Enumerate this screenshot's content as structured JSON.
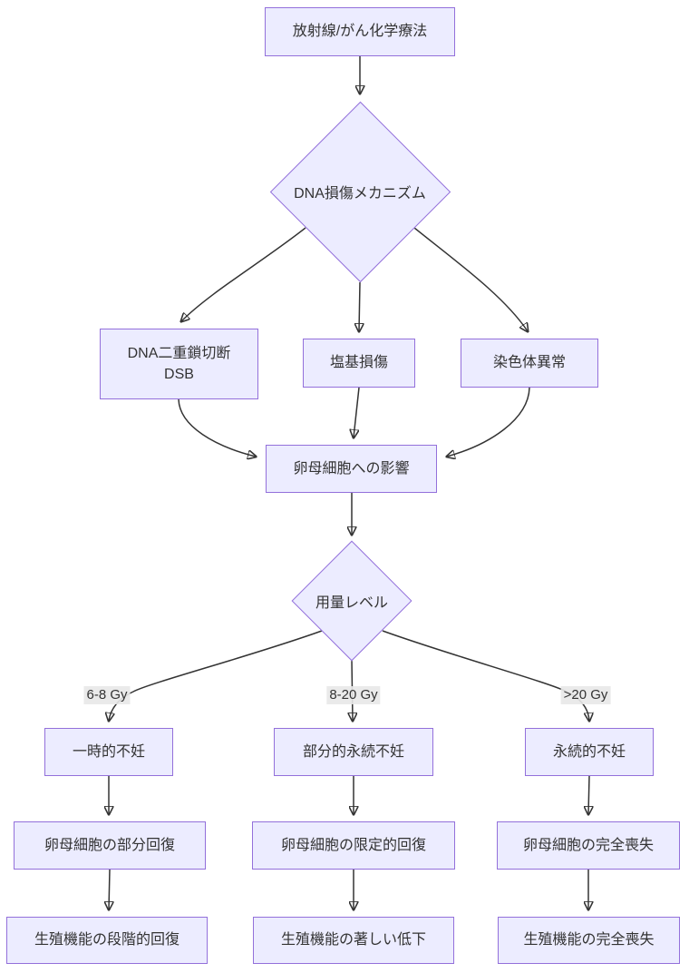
{
  "diagram": {
    "type": "flowchart",
    "direction": "top-down",
    "colors": {
      "node_fill": "#ECECFF",
      "node_border": "#9370DB",
      "edge_stroke": "#333333",
      "text": "#333333",
      "edge_label_bg": "#E8E8E8",
      "background": "#FFFFFF"
    },
    "nodes": {
      "treatment": {
        "label": "放射線/がん化学療法"
      },
      "dna_damage_mechanism": {
        "label": "DNA損傷メカニズム",
        "shape": "diamond"
      },
      "dsb": {
        "line1": "DNA二重鎖切断",
        "line2": "DSB"
      },
      "base_damage": {
        "label": "塩基損傷"
      },
      "chromosome_abnormality": {
        "label": "染色体異常"
      },
      "oocyte_effect": {
        "label": "卵母細胞への影響"
      },
      "dose_level": {
        "label": "用量レベル",
        "shape": "diamond"
      },
      "temporary_infertility": {
        "label": "一時的不妊"
      },
      "partial_permanent_infertility": {
        "label": "部分的永続不妊"
      },
      "permanent_infertility": {
        "label": "永続的不妊"
      },
      "oocyte_partial_recovery": {
        "label": "卵母細胞の部分回復"
      },
      "oocyte_limited_recovery": {
        "label": "卵母細胞の限定的回復"
      },
      "oocyte_complete_loss": {
        "label": "卵母細胞の完全喪失"
      },
      "reproductive_gradual_recovery": {
        "label": "生殖機能の段階的回復"
      },
      "reproductive_marked_decline": {
        "label": "生殖機能の著しい低下"
      },
      "reproductive_complete_loss": {
        "label": "生殖機能の完全喪失"
      }
    },
    "edge_labels": {
      "low_dose": "6-8 Gy",
      "mid_dose": "8-20 Gy",
      "high_dose": ">20 Gy"
    },
    "edges": [
      {
        "from": "treatment",
        "to": "dna_damage_mechanism"
      },
      {
        "from": "dna_damage_mechanism",
        "to": "dsb"
      },
      {
        "from": "dna_damage_mechanism",
        "to": "base_damage"
      },
      {
        "from": "dna_damage_mechanism",
        "to": "chromosome_abnormality"
      },
      {
        "from": "dsb",
        "to": "oocyte_effect"
      },
      {
        "from": "base_damage",
        "to": "oocyte_effect"
      },
      {
        "from": "chromosome_abnormality",
        "to": "oocyte_effect"
      },
      {
        "from": "oocyte_effect",
        "to": "dose_level"
      },
      {
        "from": "dose_level",
        "to": "temporary_infertility",
        "label": "6-8 Gy"
      },
      {
        "from": "dose_level",
        "to": "partial_permanent_infertility",
        "label": "8-20 Gy"
      },
      {
        "from": "dose_level",
        "to": "permanent_infertility",
        "label": ">20 Gy"
      },
      {
        "from": "temporary_infertility",
        "to": "oocyte_partial_recovery"
      },
      {
        "from": "partial_permanent_infertility",
        "to": "oocyte_limited_recovery"
      },
      {
        "from": "permanent_infertility",
        "to": "oocyte_complete_loss"
      },
      {
        "from": "oocyte_partial_recovery",
        "to": "reproductive_gradual_recovery"
      },
      {
        "from": "oocyte_limited_recovery",
        "to": "reproductive_marked_decline"
      },
      {
        "from": "oocyte_complete_loss",
        "to": "reproductive_complete_loss"
      }
    ]
  }
}
